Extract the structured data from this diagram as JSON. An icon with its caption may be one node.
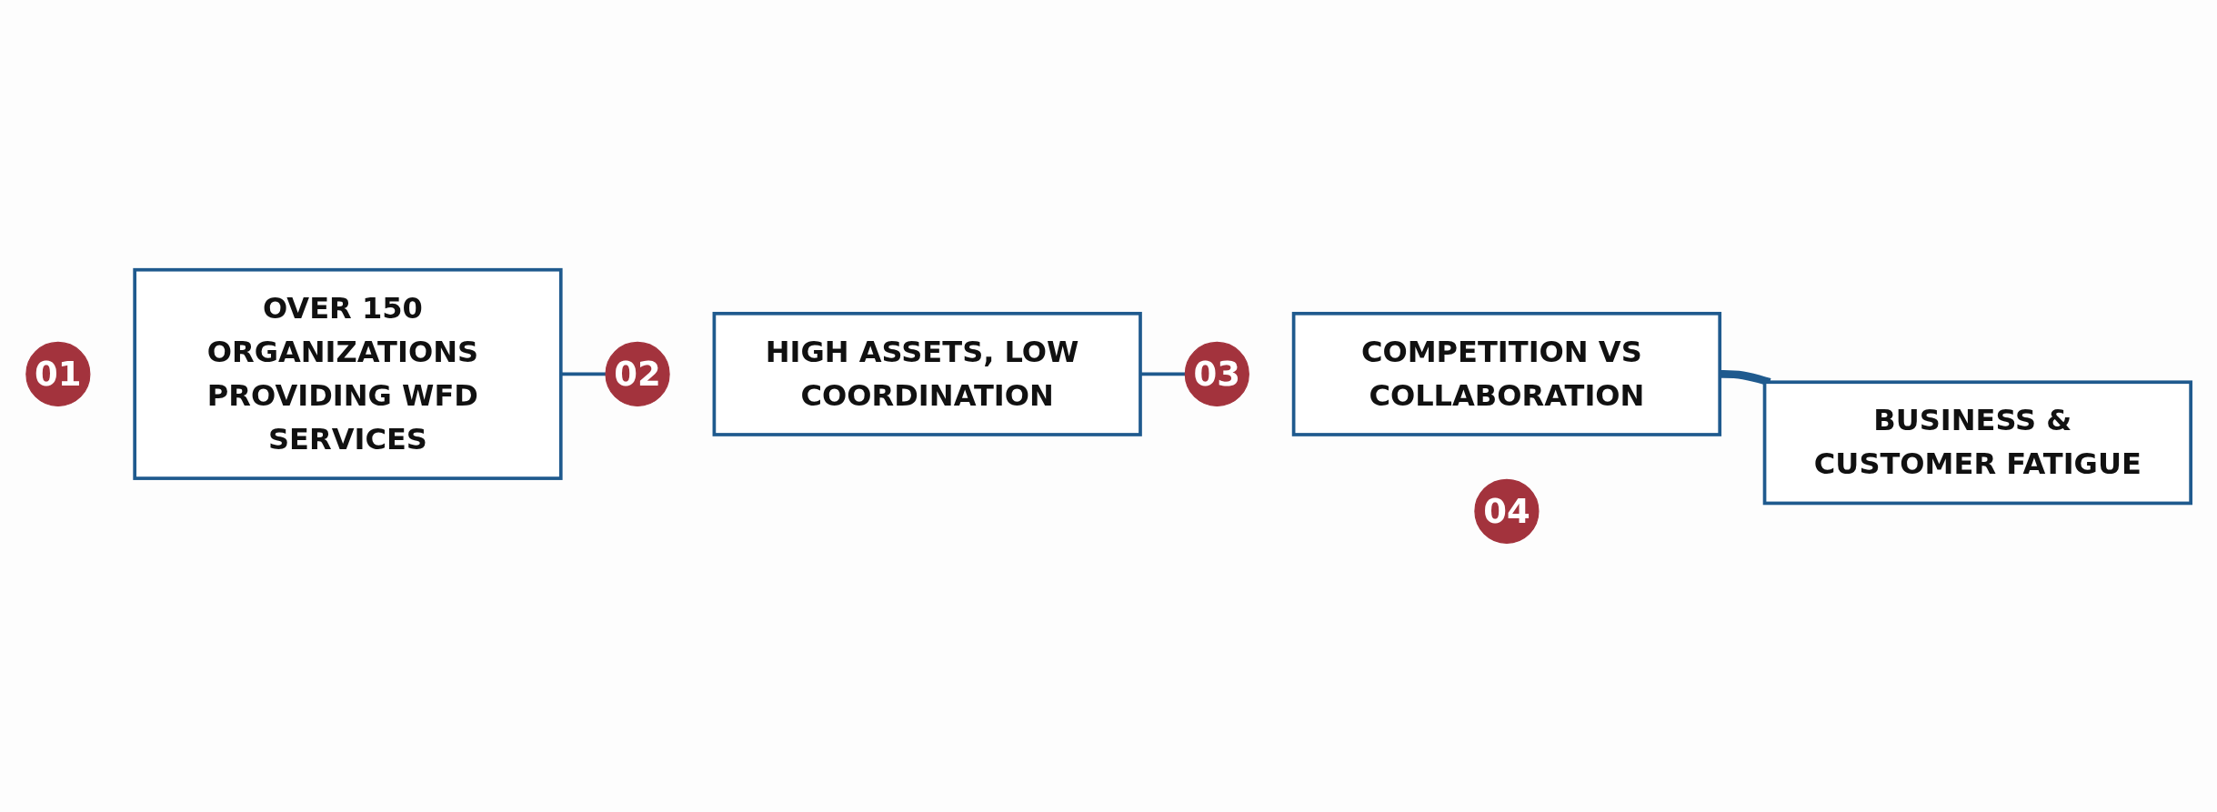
{
  "diagram": {
    "nodes": [
      {
        "text": [
          "01"
        ]
      },
      {
        "text": [
          "OVER 150 ORGANIZATIONS PROVIDING WFD SERVICES"
        ]
      },
      {
        "text": [
          "02"
        ]
      },
      {
        "text": [
          "HIGH ASSETS, LOW COORDINATION"
        ]
      },
      {
        "text": [
          "03"
        ]
      },
      {
        "text": [
          "COMPETITION VS COLLABORATION"
        ]
      },
      {
        "text": [
          "04"
        ]
      },
      {
        "text": [
          "BUSINESS & CUSTOMER FATIGUE"
        ]
      }
    ],
    "edges": [
      {
        "from": 1,
        "to": 2,
        "arrow": "none"
      },
      {
        "from": 3,
        "to": 4,
        "arrow": "none"
      },
      {
        "from": 5,
        "to": 7,
        "arrow": "none",
        "style": "thick"
      }
    ]
  }
}
